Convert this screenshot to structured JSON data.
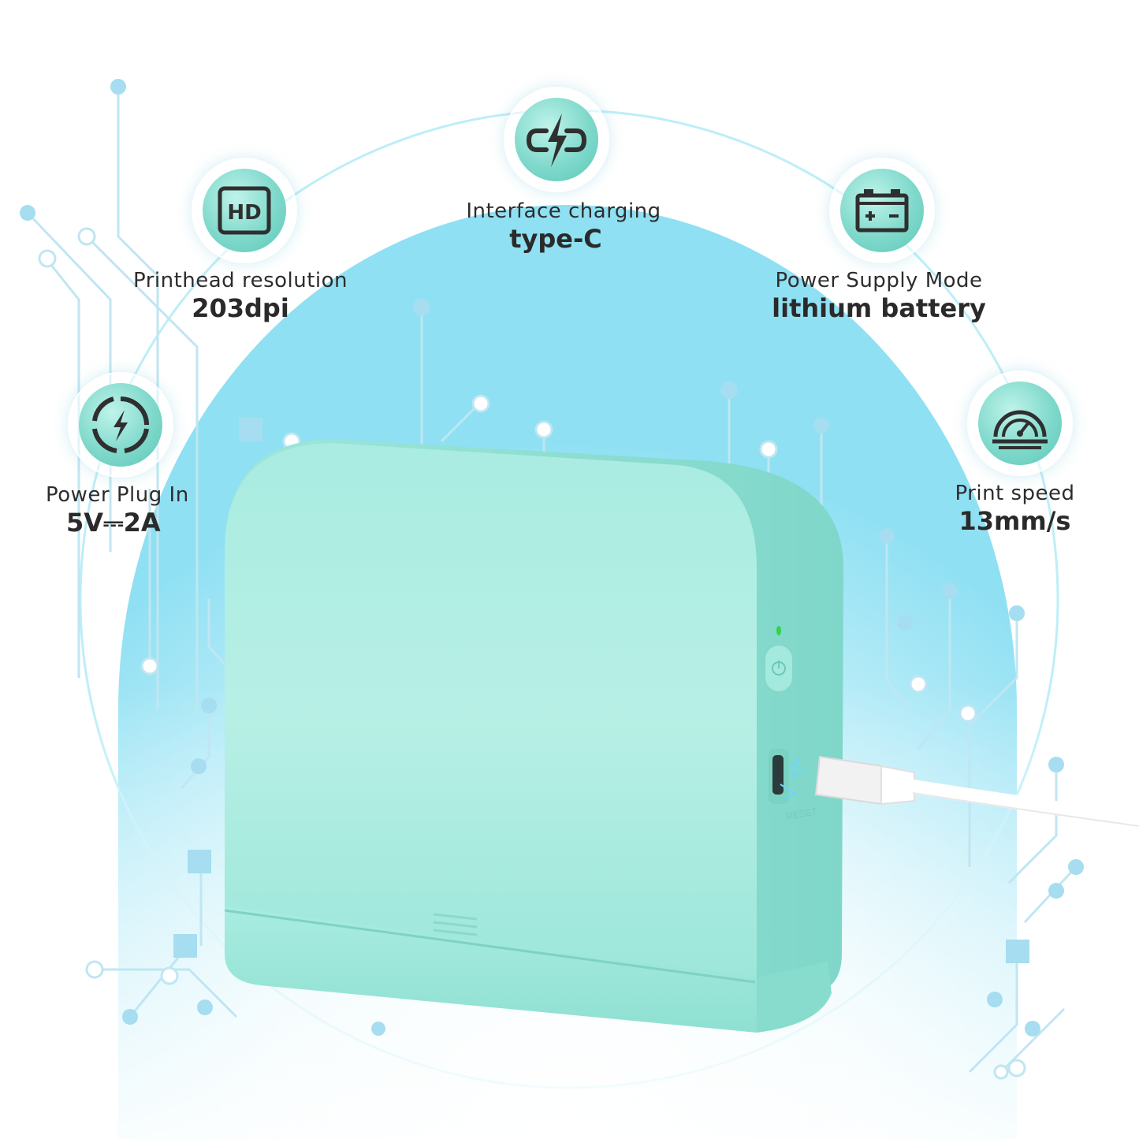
{
  "colors": {
    "accent": "#7fd9cb",
    "sky": "#a9e9f8",
    "text": "#2d2d2d"
  },
  "features": [
    {
      "icon": "hd-icon",
      "label": "Printhead resolution",
      "value": "203dpi"
    },
    {
      "icon": "charging-plug-icon",
      "label": "Interface charging",
      "value": "type-C"
    },
    {
      "icon": "battery-icon",
      "label": "Power Supply Mode",
      "value": "lithium battery"
    },
    {
      "icon": "power-bolt-icon",
      "label": "Power Plug In",
      "value": "5V⎓2A"
    },
    {
      "icon": "speedometer-icon",
      "label": "Print speed",
      "value": "13mm/s"
    }
  ],
  "device": {
    "port_label": "RESET",
    "led_color": "#35d14a"
  }
}
